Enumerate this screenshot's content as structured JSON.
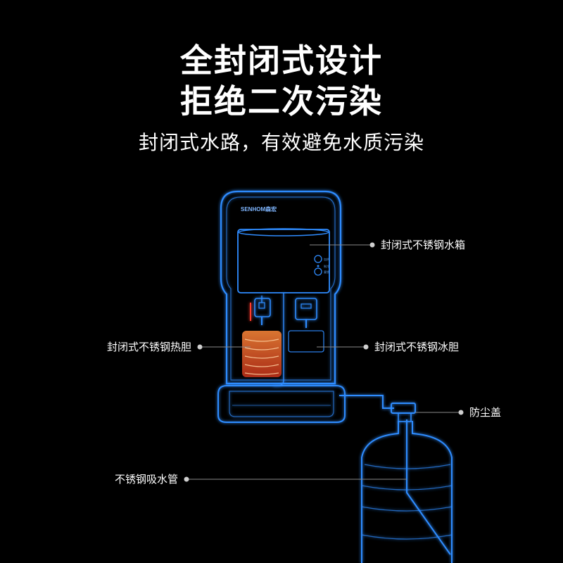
{
  "headline": {
    "line1": "全封闭式设计",
    "line2": "拒绝二次污染",
    "subtitle": "封闭式水路，有效避免水质污染"
  },
  "device": {
    "brand": "SENHOM森宏",
    "panel_buttons": [
      "加热",
      "制冷",
      "童锁"
    ]
  },
  "callouts": {
    "tank": "封闭式不锈钢水箱",
    "hot_tank": "封闭式不锈钢热胆",
    "cold_tank": "封闭式不锈钢冰胆",
    "dust_cap": "防尘盖",
    "suction_pipe": "不锈钢吸水管"
  },
  "colors": {
    "background": "#000000",
    "wireframe": "#2f8cff",
    "hot_element": "#ff5a2a",
    "text": "#ffffff"
  }
}
